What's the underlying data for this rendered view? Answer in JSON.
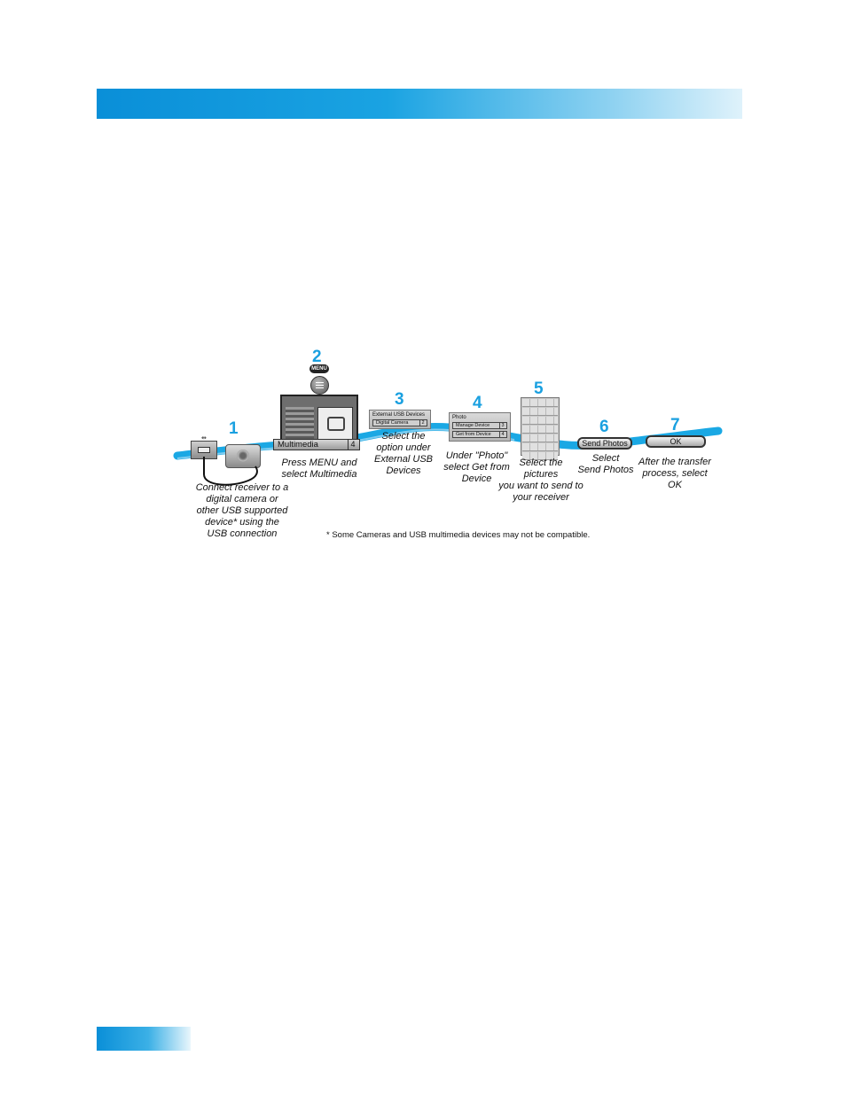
{
  "colors": {
    "accent": "#1aa0e0",
    "ribbon": "#1aa8e4"
  },
  "steps": [
    {
      "num": "1",
      "caption": [
        "Connect receiver to a",
        "digital camera or",
        "other USB supported",
        "device* using the",
        "USB connection"
      ]
    },
    {
      "num": "2",
      "caption": [
        "Press MENU and",
        "select Multimedia"
      ]
    },
    {
      "num": "3",
      "caption": [
        "Select the",
        "option under",
        "External USB",
        "Devices"
      ]
    },
    {
      "num": "4",
      "caption": [
        "Under \"Photo\"",
        "select Get from",
        "Device"
      ]
    },
    {
      "num": "5",
      "caption": [
        "Select the",
        "pictures",
        "you want to send to",
        "your receiver"
      ]
    },
    {
      "num": "6",
      "caption": [
        "Select",
        "Send Photos"
      ]
    },
    {
      "num": "7",
      "caption": [
        "After the transfer",
        "process, select",
        "OK"
      ]
    }
  ],
  "menu_remote_label": "MENU",
  "multimedia_screen": {
    "label": "Multimedia",
    "number": "4"
  },
  "usb_panel": {
    "title": "External USB Devices",
    "item": "Digital Camera",
    "number": "2"
  },
  "photo_panel": {
    "title": "Photo",
    "items": [
      {
        "label": "Manage Device",
        "number": "3"
      },
      {
        "label": "Get from Device",
        "number": "4"
      }
    ]
  },
  "send_photos_button": "Send Photos",
  "ok_button": "OK",
  "footnote": "* Some Cameras and USB multimedia devices may not be compatible."
}
